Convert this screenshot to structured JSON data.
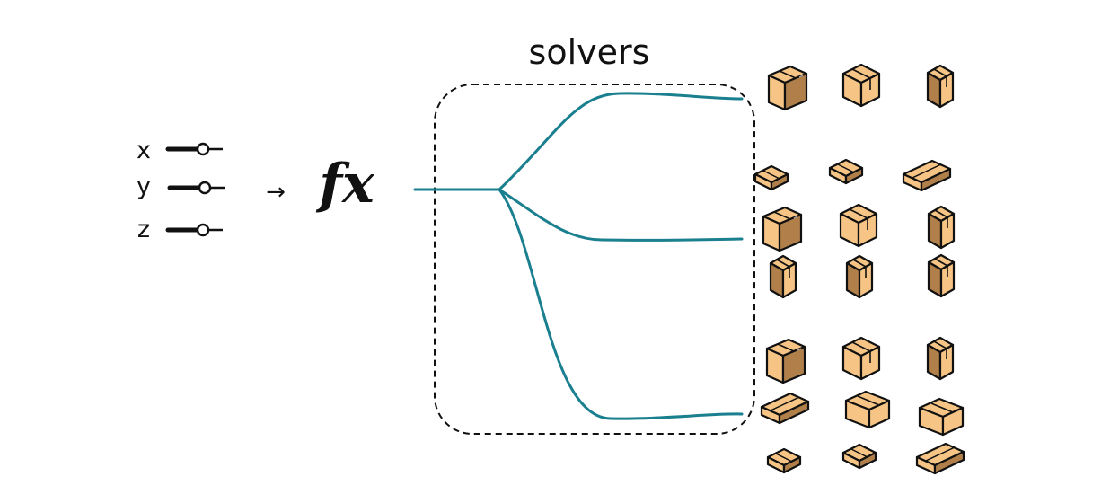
{
  "title": "solvers",
  "inputs": [
    {
      "label": "x"
    },
    {
      "label": "y"
    },
    {
      "label": "z"
    }
  ],
  "arrow": "→",
  "function_label": "fx",
  "colors": {
    "branch": "#1a7f8e",
    "box_light": "#f6c585",
    "box_dark": "#b07f4a",
    "outline": "#111111"
  },
  "icons": {
    "input_knob": "slider-knob-icon",
    "output": "cardboard-box-icon"
  }
}
